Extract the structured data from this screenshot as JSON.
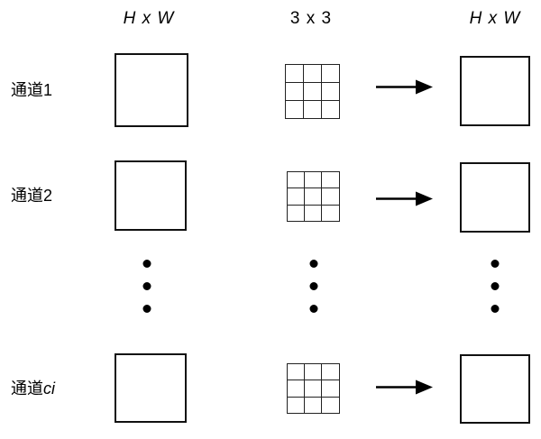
{
  "diagram": {
    "title_row": {
      "input_header": "H x W",
      "kernel_header": "3 x 3",
      "output_header": "H x W"
    },
    "rows": [
      {
        "label_prefix": "通道",
        "label_suffix": "1",
        "suffix_italic": false,
        "input": "input-feature-map",
        "kernel": "3x3-kernel",
        "arrow": "arrow-right",
        "output": "output-feature-map"
      },
      {
        "label_prefix": "通道",
        "label_suffix": "2",
        "suffix_italic": false,
        "input": "input-feature-map",
        "kernel": "3x3-kernel",
        "arrow": "arrow-right",
        "output": "output-feature-map"
      },
      {
        "label_prefix": "通道",
        "label_suffix": "ci",
        "suffix_italic": true,
        "input": "input-feature-map",
        "kernel": "3x3-kernel",
        "arrow": "arrow-right",
        "output": "output-feature-map"
      }
    ],
    "ellipsis": {
      "glyph": "vertical-ellipsis",
      "dot_count": 3,
      "columns": [
        "input",
        "kernel",
        "output"
      ]
    },
    "colors": {
      "stroke": "#111111",
      "kernel_stroke": "#222222",
      "dot": "#000000",
      "background": "#ffffff",
      "text": "#000000"
    }
  }
}
